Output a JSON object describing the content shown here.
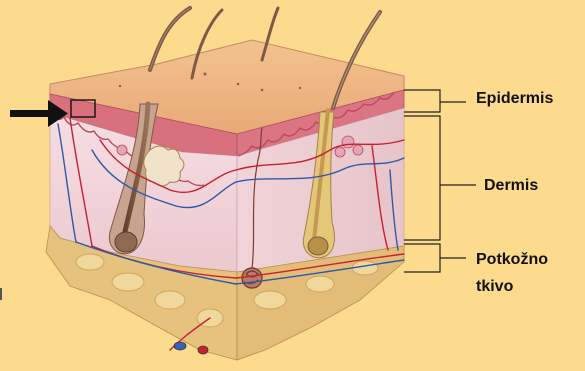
{
  "diagram": {
    "background_color": "#FCDA8E",
    "labels": {
      "epidermis": "Epidermis",
      "dermis": "Dermis",
      "hypodermis_line1": "Potkožno",
      "hypodermis_line2": "tkivo"
    },
    "pointer_icon": "arrow-right-icon",
    "colors": {
      "surface": "#EFB784",
      "epidermis_band": "#D9707E",
      "dermis": "#F3D6DC",
      "hypodermis": "#E6C27E",
      "hair": "#7C5A45",
      "artery": "#C8202E",
      "vein": "#2E59A8",
      "bracket": "#222222"
    }
  }
}
